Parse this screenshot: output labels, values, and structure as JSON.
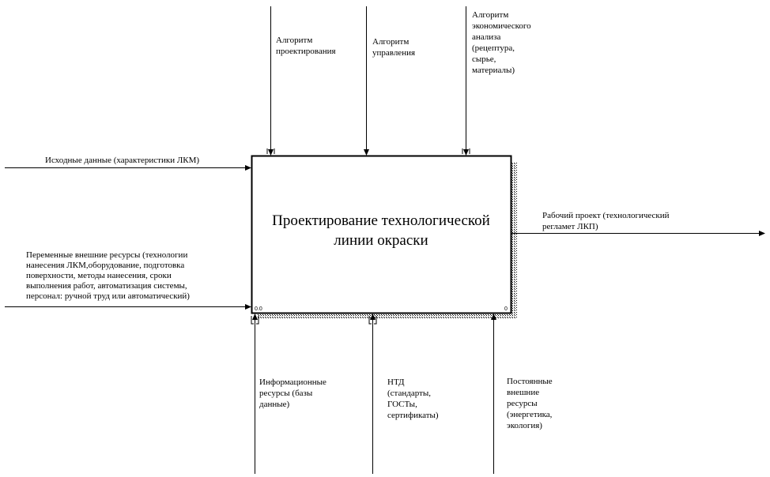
{
  "diagram": {
    "activity": {
      "title_line1": "Проектирование технологической",
      "title_line2": "линии окраски",
      "node_number": "0",
      "cost_label": "0.0"
    },
    "inputs": [
      {
        "lines": [
          "Исходные данные (характеристики ЛКМ)"
        ]
      },
      {
        "lines": [
          "Переменные внешние ресурсы (технологии",
          "нанесения ЛКМ,оборудование, подготовка",
          "поверхности, методы нанесения, сроки",
          "выполнения работ, автоматизация системы,",
          "персонал: ручной труд или автоматический)"
        ]
      }
    ],
    "controls": [
      {
        "lines": [
          "Алгоритм",
          "проектирования"
        ]
      },
      {
        "lines": [
          "Алгоритм",
          "управления"
        ]
      },
      {
        "lines": [
          "Алгоритм",
          "экономического",
          "анализа",
          "(рецептура,",
          "сырье,",
          "материалы)"
        ]
      }
    ],
    "outputs": [
      {
        "lines": [
          "Рабочий проект (технологический",
          "регламет ЛКП)"
        ]
      }
    ],
    "mechanisms": [
      {
        "lines": [
          "Информационные",
          "ресурсы (базы",
          "данные)"
        ]
      },
      {
        "lines": [
          "НТД",
          "(стандарты,",
          "ГОСТы,",
          "сертификаты)"
        ]
      },
      {
        "lines": [
          "Постоянные",
          "внешние",
          "ресурсы",
          "(энергетика,",
          "экология)"
        ]
      }
    ]
  }
}
